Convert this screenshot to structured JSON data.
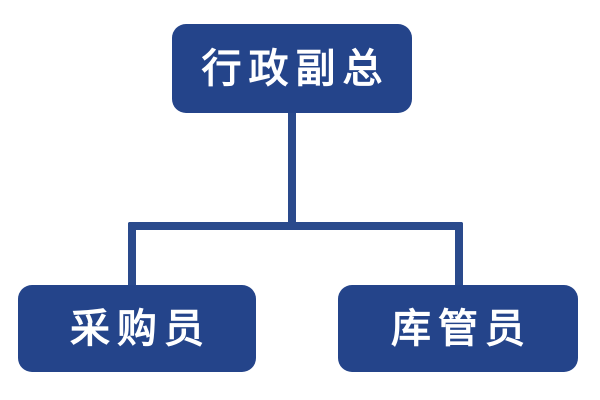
{
  "chart": {
    "type": "org-chart",
    "background_color": "#ffffff",
    "node_color": "#24448a",
    "connector_color": "#2a4a8c",
    "label_color": "#ffffff",
    "nodes": [
      {
        "id": "root",
        "label": "行政副总",
        "level": 0
      },
      {
        "id": "buyer",
        "label": "采购员",
        "level": 1
      },
      {
        "id": "warehouse",
        "label": "库管员",
        "level": 1
      }
    ],
    "edges": [
      {
        "from": "root",
        "to": "buyer"
      },
      {
        "from": "root",
        "to": "warehouse"
      }
    ]
  }
}
